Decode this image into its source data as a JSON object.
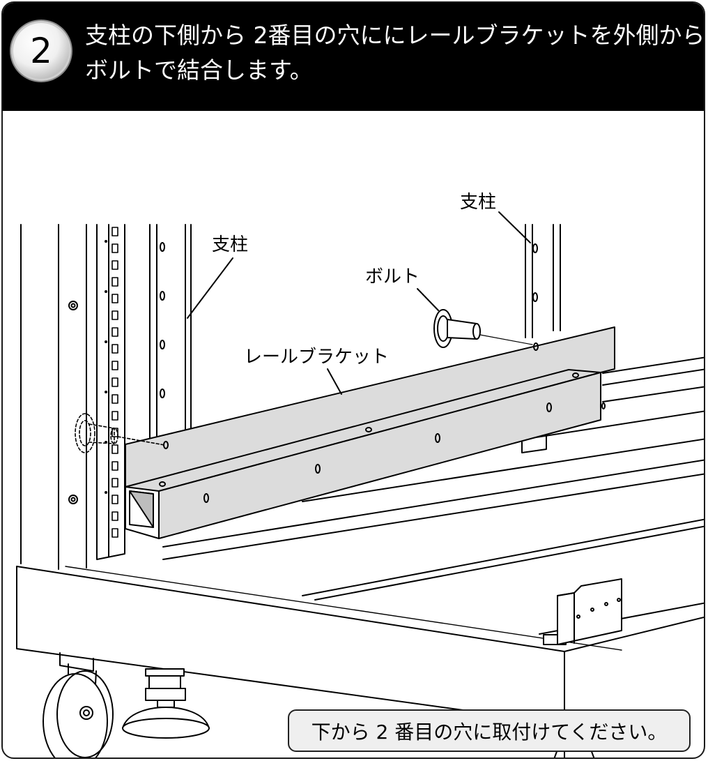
{
  "step": {
    "number": "2",
    "line1": "支柱の下側から 2番目の穴ににレールブラケットを外側から",
    "line2": "ボルトで結合します。"
  },
  "labels": {
    "post_left": "支柱",
    "post_right": "支柱",
    "bolt": "ボルト",
    "rail_bracket": "レールブラケット"
  },
  "note": "下から 2 番目の穴に取付けてください。",
  "colors": {
    "header_bg": "#000000",
    "bracket_fill": "#dcdcdc",
    "note_bg": "#efefef"
  }
}
